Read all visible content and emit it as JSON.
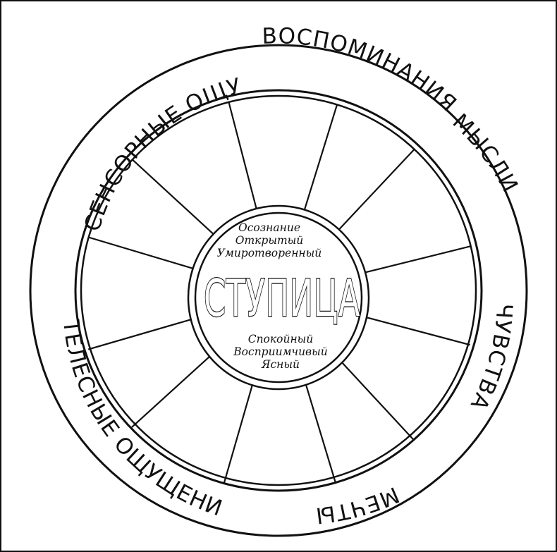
{
  "rim_labels": {
    "sensory": "СЕНСОРНЫЕ ОЩУЩЕНИЯ",
    "memories": "ВОСПОМИНАНИЯ",
    "thoughts": "МЫСЛИ",
    "feelings": "ЧУВСТВА",
    "dreams": "МЕЧТЫ",
    "bodily": "ТЕЛЕСНЫЕ ОЩУЩЕНИЯ"
  },
  "hub": {
    "title": "СТУПИЦА",
    "qualities_top": [
      "Осознание",
      "Открытый",
      "Умиротворенный"
    ],
    "qualities_bottom": [
      "Спокойный",
      "Восприимчивый",
      "Ясный"
    ]
  },
  "colors": {
    "ink": "#111111",
    "paper": "#ffffff"
  },
  "spoke_count": 12
}
